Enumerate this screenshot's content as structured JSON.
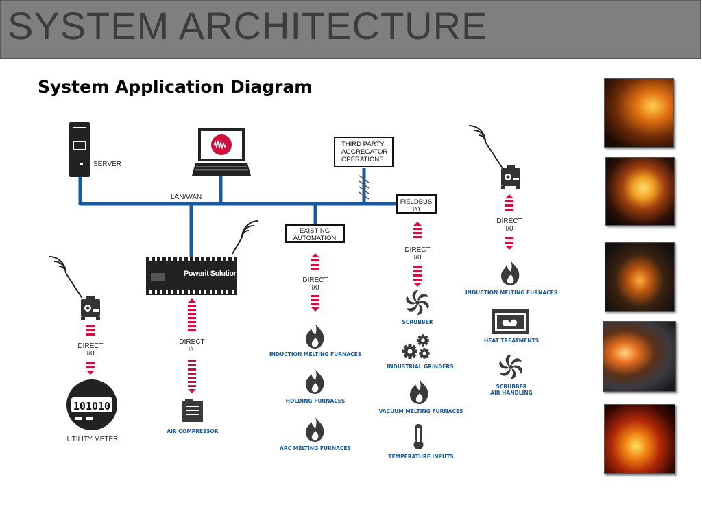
{
  "header": {
    "title": "SYSTEM ARCHITECTURE"
  },
  "subtitle": "System Application Diagram",
  "nodes": {
    "server": "SERVER",
    "lan": "LAN/WAN",
    "third_party": [
      "THIRD PARTY",
      "AGGREGATOR",
      "OPERATIONS"
    ],
    "fieldbus": [
      "FIELDBUS",
      "I/0"
    ],
    "existing_automation": [
      "EXISTING",
      "AUTOMATION"
    ],
    "powerit": "Powerit Solutions",
    "utility_meter": "UTILITY METER",
    "meter_display": "101010"
  },
  "direct_io": [
    "DIRECT",
    "I/0"
  ],
  "loads": {
    "air_compressor": "AIR COMPRESSOR",
    "col1": [
      "INDUCTION MELTING FURNACES",
      "HOLDING FURNACES",
      "ARC MELTING FURNACES"
    ],
    "col2": [
      "SCRUBBER",
      "INDUSTRIAL GRINDERS",
      "VACUUM MELTING FURNACES",
      "TEMPERATURE INPUTS"
    ],
    "col3": [
      "INDUCTION MELTING FURNACES",
      "HEAT TREATMENTS",
      "SCRUBBER",
      "AIR HANDLING"
    ]
  },
  "icons": [
    "server-icon",
    "laptop-icon",
    "wireless-icon",
    "io-device-icon",
    "flame-icon",
    "fan-icon",
    "gears-icon",
    "thermometer-icon",
    "oven-icon",
    "compressor-icon",
    "meter-icon"
  ],
  "colors": {
    "bus": "#1a5aa0",
    "arrow": "#d0103a",
    "title_bar": "#7f7f7f",
    "label_blue": "#1a5aa0"
  }
}
